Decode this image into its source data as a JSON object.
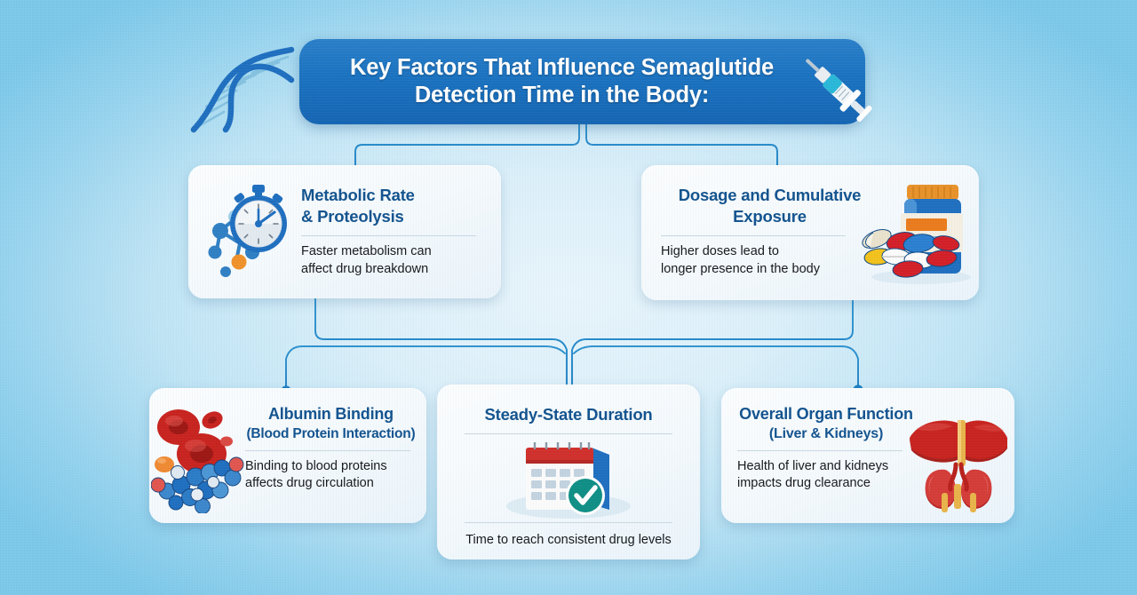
{
  "theme": {
    "background_top": "#7cc8e9",
    "background_center": "#e8f5fc",
    "banner_blue": "#1a72c0",
    "heading_navy": "#12538f",
    "connector_blue": "#1b7fc4",
    "card_surface": "#f7fbfd",
    "body_text": "#15181b"
  },
  "banner": {
    "line1": "Key Factors That Influence Semaglutide",
    "line2": "Detection Time in the Body:",
    "icon_left": "dna-helix-icon",
    "icon_right": "syringe-icon"
  },
  "cards": [
    {
      "id": "metabolic-rate",
      "heading": "Metabolic Rate",
      "subheading": "& Proteolysis",
      "body_line1": "Faster metabolism can",
      "body_line2": "affect drug breakdown",
      "icon": "stopwatch-molecule-icon"
    },
    {
      "id": "dosage-exposure",
      "heading": "Dosage and Cumulative",
      "subheading": "Exposure",
      "body_line1": "Higher doses lead to",
      "body_line2": "longer presence in the body",
      "icon": "pill-bottle-icon"
    },
    {
      "id": "albumin-binding",
      "heading": "Albumin Binding",
      "subheading": "(Blood Protein Interaction)",
      "body_line1": "Binding to blood proteins",
      "body_line2": "affects drug circulation",
      "icon": "blood-cells-molecule-icon"
    },
    {
      "id": "steady-state-duration",
      "heading": "Steady-State Duration",
      "subheading": "",
      "body_line1": "Time to reach consistent drug levels",
      "body_line2": "",
      "icon": "calendar-check-icon"
    },
    {
      "id": "overall-organ-function",
      "heading": "Overall Organ Function",
      "subheading": "(Liver & Kidneys)",
      "body_line1": "Health of liver and kidneys",
      "body_line2": "impacts drug clearance",
      "icon": "liver-kidneys-icon"
    }
  ]
}
